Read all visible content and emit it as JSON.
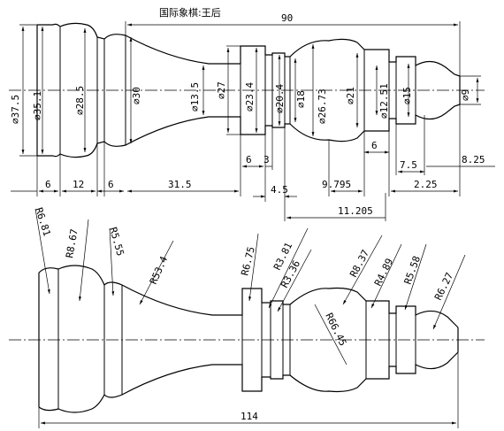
{
  "title": "国际象棋:王后",
  "dimensions": {
    "overall_top": "90",
    "overall_bottom": "114",
    "diameters": [
      "⌀37.5",
      "⌀35.1",
      "⌀28.5",
      "⌀30",
      "⌀13.5",
      "⌀27",
      "⌀23.4",
      "⌀20.4",
      "⌀18",
      "⌀26.73",
      "⌀21",
      "⌀12.51",
      "⌀15",
      "⌀9"
    ],
    "lengths": [
      "6",
      "12",
      "6",
      "31.5",
      "6",
      "3",
      "4.5",
      "9.795",
      "6",
      "7.5",
      "2.25",
      "8.25",
      "11.205"
    ]
  },
  "radii": [
    "R6.81",
    "R8.67",
    "R5.55",
    "R53.4",
    "R6.75",
    "R3.81",
    "R3.36",
    "R66.45",
    "R8.37",
    "R4.89",
    "R5.58",
    "R6.27"
  ]
}
